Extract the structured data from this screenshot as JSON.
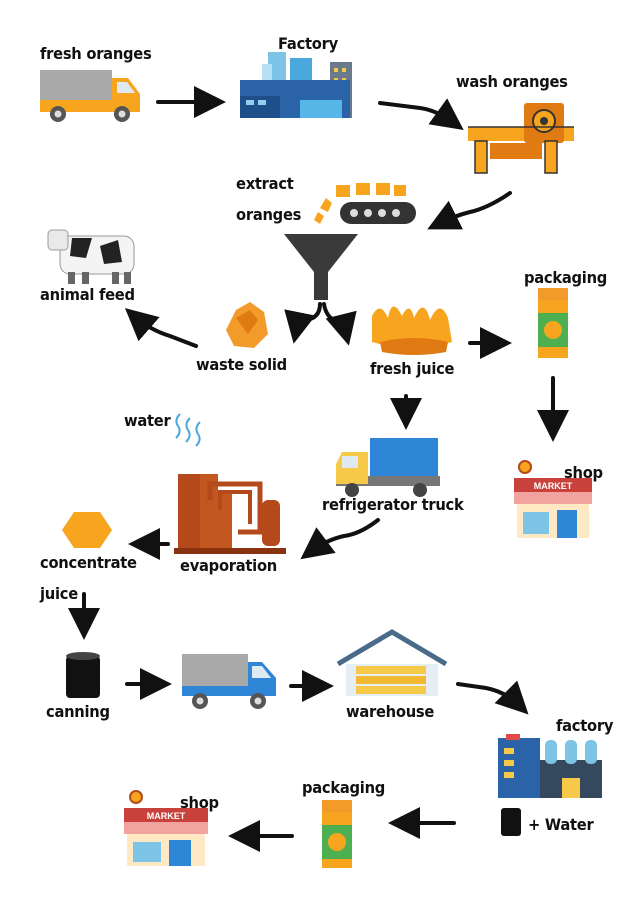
{
  "diagram": {
    "colors": {
      "arrow": "#111111",
      "orange": "#f7a51e",
      "orange_dark": "#e07a12",
      "truck_blue": "#2f86d6",
      "truck_gray": "#a9a9a9",
      "evaporator": "#b4491b",
      "factory_blue": "#2a63a8"
    },
    "labels": {
      "fresh_oranges": "fresh oranges",
      "factory_top": "Factory",
      "wash_oranges": "wash oranges",
      "extract": "extract",
      "oranges": "oranges",
      "animal_feed": "animal feed",
      "waste_solid": "waste solid",
      "fresh_juice": "fresh juice",
      "packaging_top": "packaging",
      "water": "water",
      "refrigerator_truck": "refrigerator truck",
      "shop_top": "shop",
      "concentrate": "concentrate",
      "juice": "juice",
      "evaporation": "evaporation",
      "canning": "canning",
      "warehouse": "warehouse",
      "factory_bottom": "factory",
      "plus_water": "+ Water",
      "packaging_bottom": "packaging",
      "shop_bottom": "shop",
      "market_sign": "MARKET"
    },
    "icons": {
      "delivery_truck": "delivery-truck-icon",
      "factory": "factory-icon",
      "washing_machine": "washing-machine-icon",
      "conveyor": "conveyor-belt-icon",
      "funnel": "funnel-icon",
      "cow": "cow-icon",
      "waste": "waste-solid-icon",
      "juice_splash": "juice-splash-icon",
      "juice_bottle": "juice-bottle-icon",
      "shop": "market-shop-icon",
      "refrigerator_truck": "refrigerator-truck-icon",
      "water_vapor": "water-vapor-icon",
      "evaporator": "evaporator-icon",
      "hexagon": "concentrate-hexagon-icon",
      "can": "can-icon",
      "warehouse": "warehouse-icon",
      "factory_tanks": "factory-tanks-icon"
    }
  }
}
